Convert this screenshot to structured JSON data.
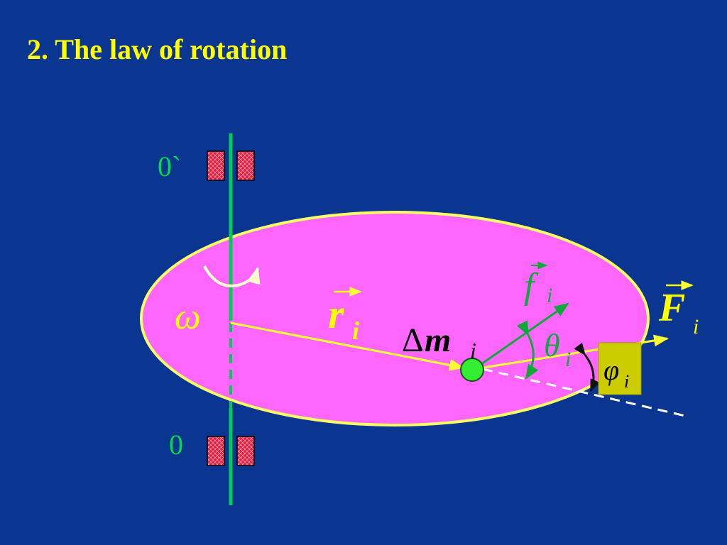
{
  "slide": {
    "title": "2. The law of rotation"
  },
  "diagram": {
    "axis_top_label": "0`",
    "axis_bottom_label": "0",
    "omega": "ω",
    "radius_vector": "r",
    "radius_subscript": "i",
    "mass_delta": "Δ",
    "mass_symbol": "m",
    "mass_subscript": "i",
    "internal_force": "f",
    "internal_force_subscript": "i",
    "external_force": "F",
    "external_force_subscript": "i",
    "theta": "θ",
    "theta_subscript": "i",
    "phi": "φ",
    "phi_subscript": "i"
  },
  "colors": {
    "background": "#0a3591",
    "title": "#ffff00",
    "disk_fill": "#ff66ff",
    "disk_outline": "#ffff66",
    "axis": "#00cc55",
    "bearing": "#e8193c",
    "vector_yellow": "#ffff33",
    "vector_green": "#11a83a",
    "mass_dot": "#33ee33",
    "phi_box": "#cccc00",
    "dashed_line": "#ffffff"
  }
}
